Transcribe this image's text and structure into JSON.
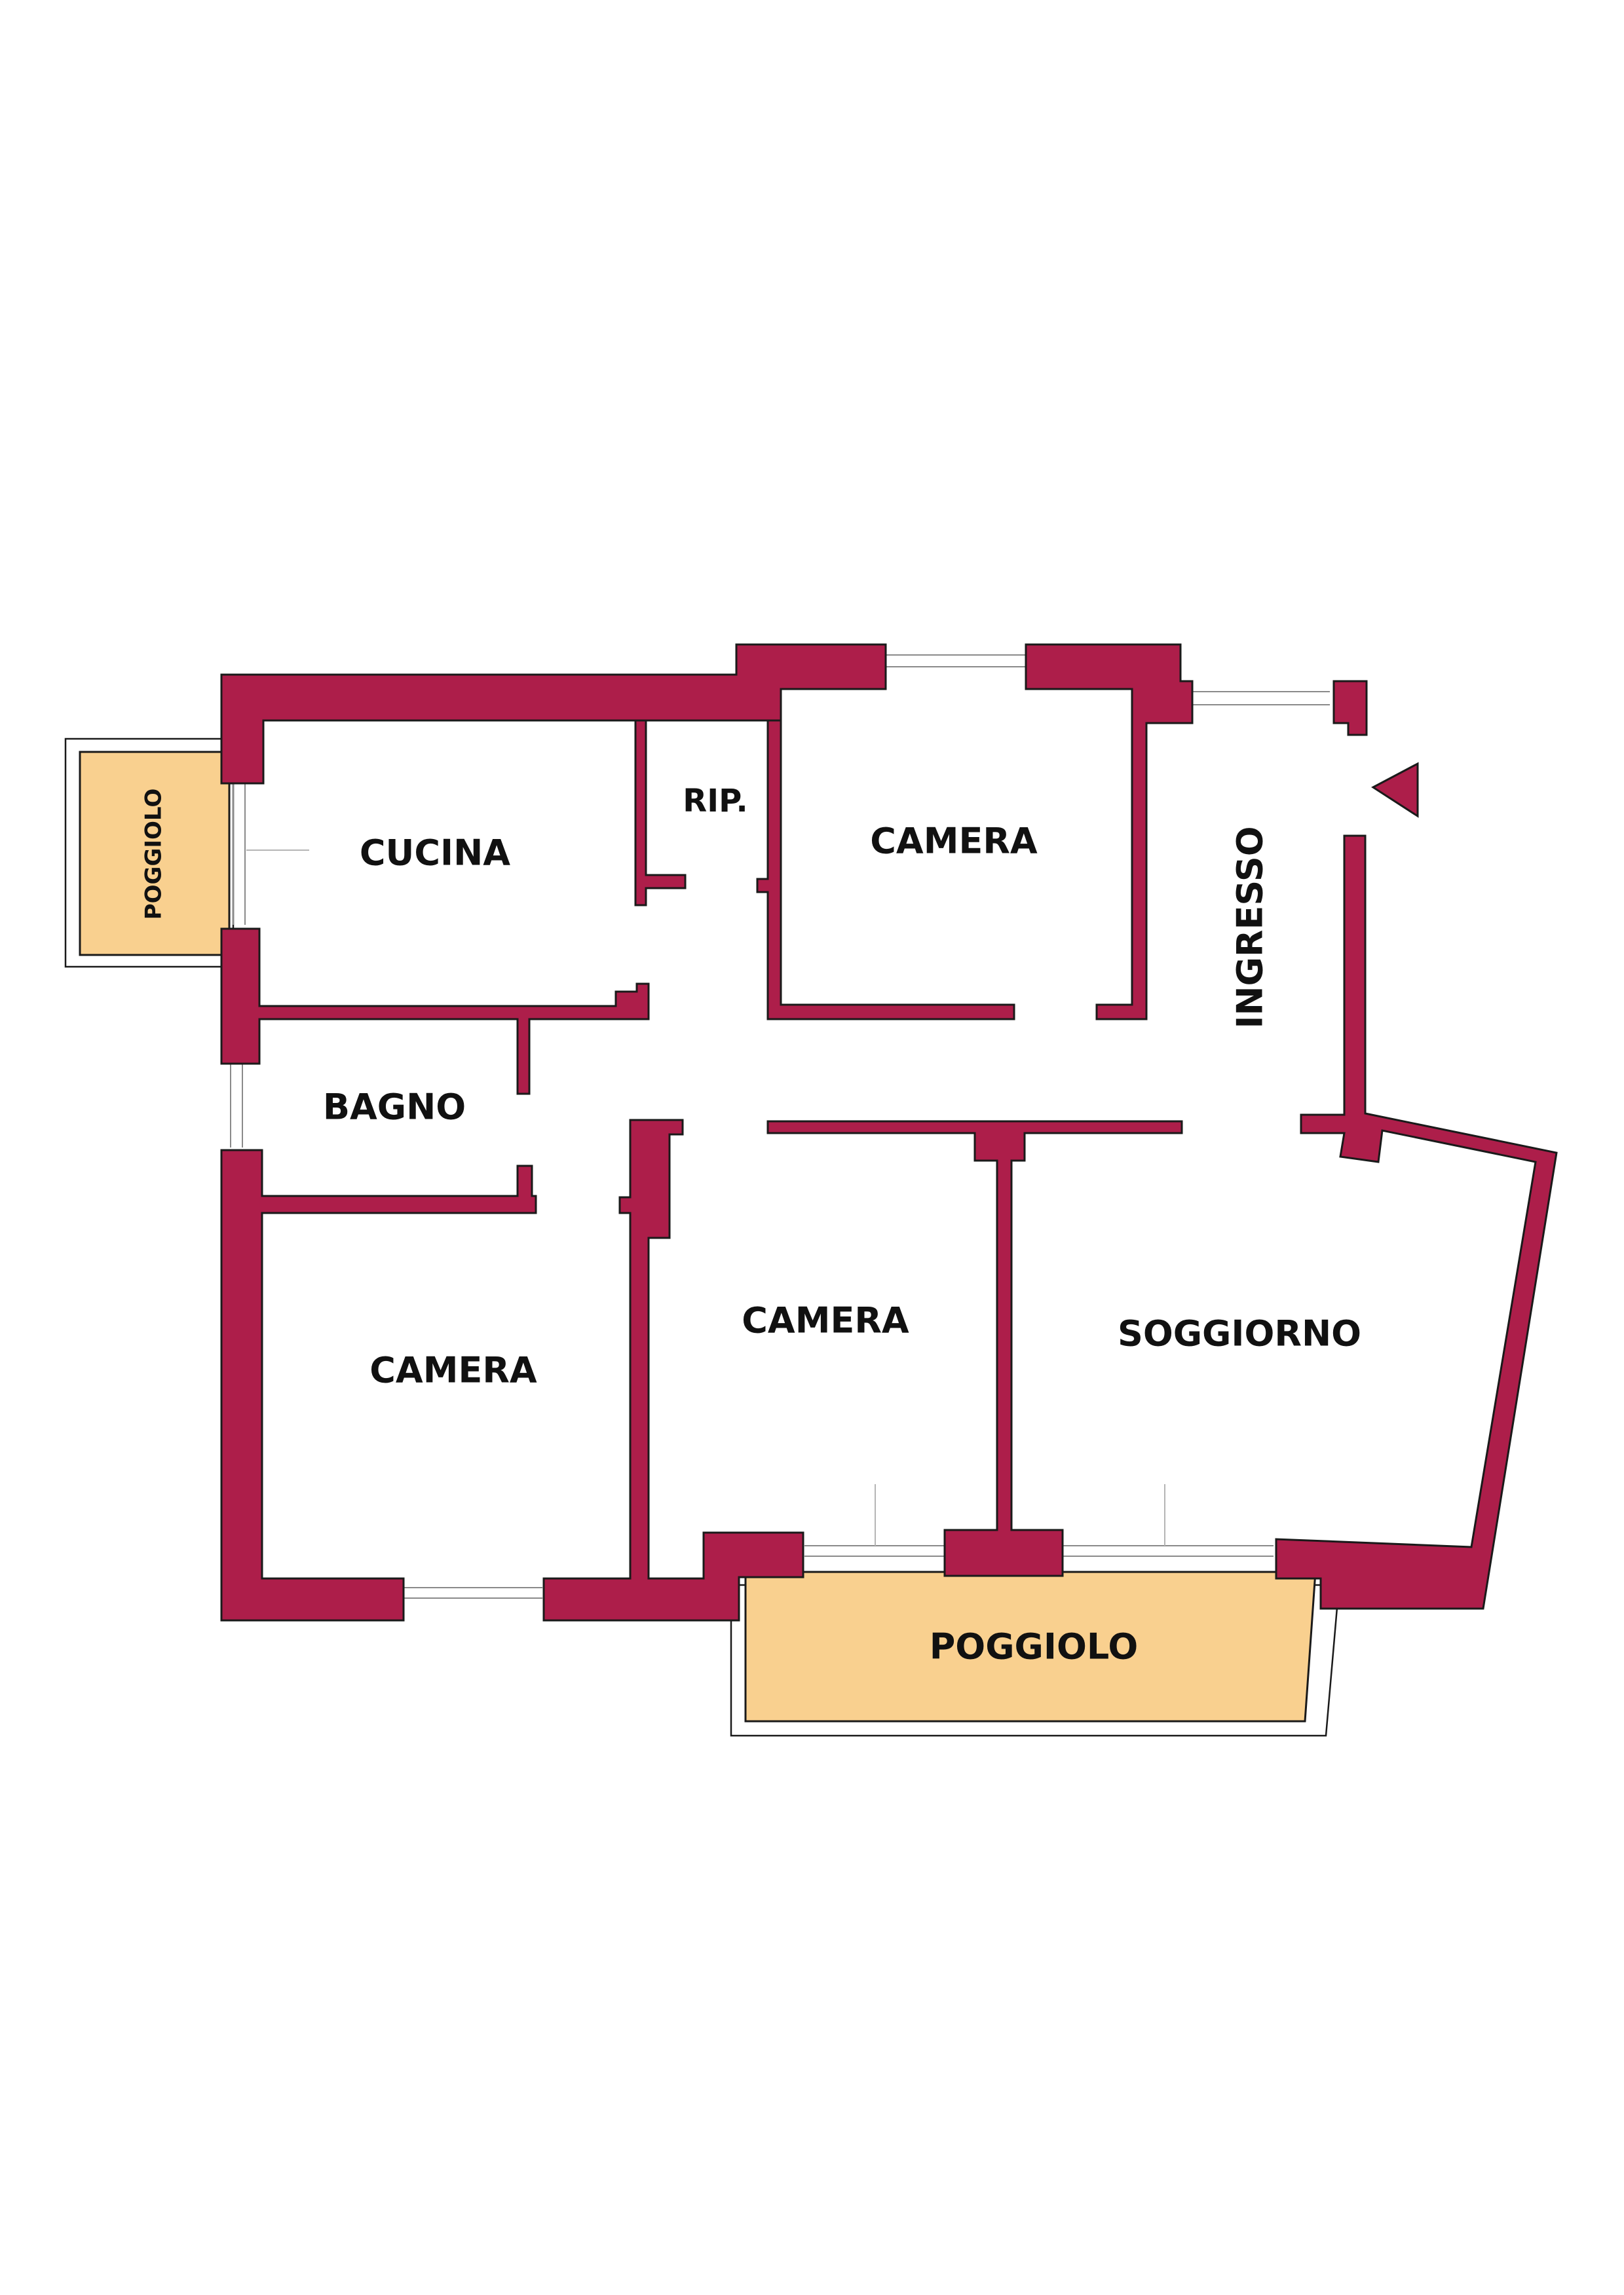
{
  "colors": {
    "wall": "#ad1e4a",
    "balcony": "#f9d08f",
    "background": "#ffffff",
    "text": "#111111"
  },
  "rooms": {
    "poggiolo_small": "POGGIOLO",
    "cucina": "CUCINA",
    "rip": "RIP.",
    "camera_top": "CAMERA",
    "ingresso": "INGRESSO",
    "bagno": "BAGNO",
    "camera_bottom_left": "CAMERA",
    "camera_bottom_middle": "CAMERA",
    "soggiorno": "SOGGIORNO",
    "poggiolo_large": "POGGIOLO"
  },
  "icons": {
    "entrance": "entrance-arrow-icon"
  }
}
